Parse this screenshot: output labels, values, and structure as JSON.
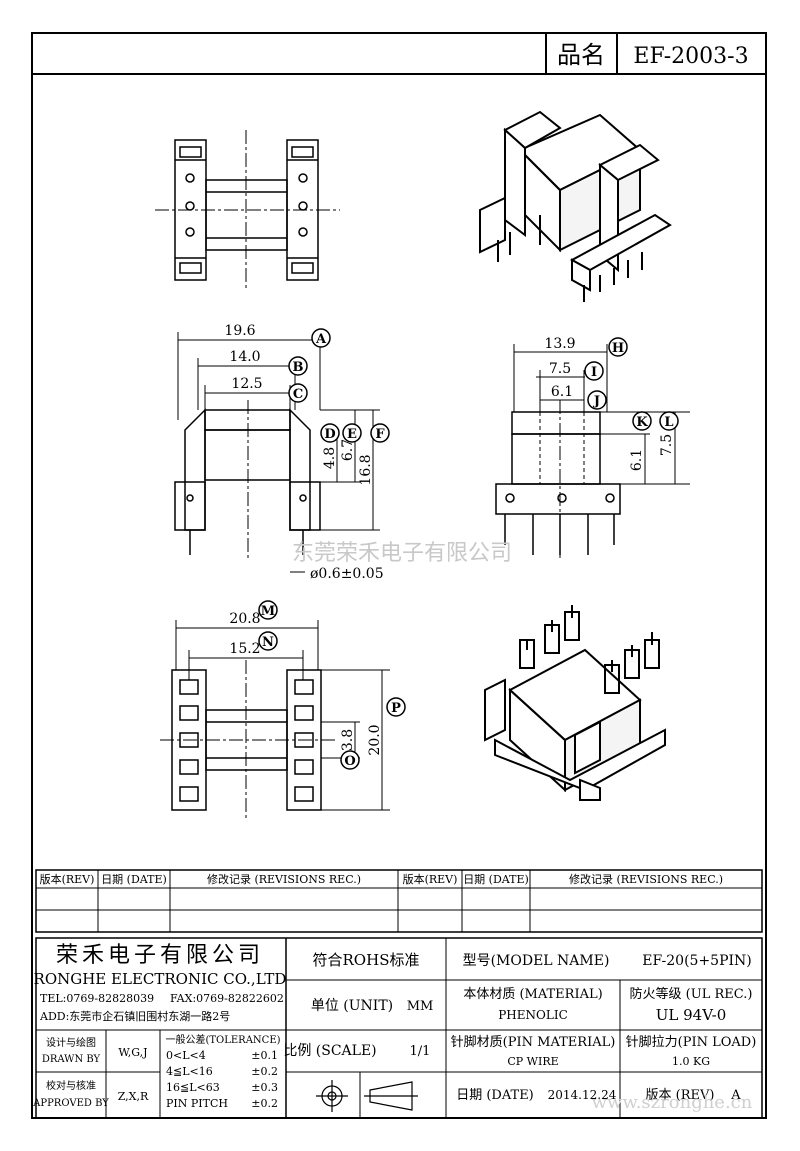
{
  "title_block": {
    "name_label": "品名",
    "part_number": "EF-2003-3"
  },
  "dimensions": {
    "A": "19.6",
    "B": "14.0",
    "C": "12.5",
    "D": "4.8",
    "E": "6.7",
    "F": "16.8",
    "pin_dia": "ø0.6±0.05",
    "H": "13.9",
    "I": "7.5",
    "J": "6.1",
    "K": "6.1",
    "L": "7.5",
    "M": "20.8",
    "N": "15.2",
    "O": "3.8",
    "P": "20.0"
  },
  "callouts": [
    "A",
    "B",
    "C",
    "D",
    "E",
    "F",
    "H",
    "I",
    "J",
    "K",
    "L",
    "M",
    "N",
    "O",
    "P"
  ],
  "watermark": "东莞荣禾电子有限公司",
  "watermark_url": "www.szronghe.cn",
  "revisions": {
    "rev_label": "版本(REV)",
    "date_label": "日期 (DATE)",
    "rec_label": "修改记录 (REVISIONS REC.)"
  },
  "company": {
    "name_cn": "荣禾电子有限公司",
    "name_en": "RONGHE ELECTRONIC CO.,LTD",
    "tel": "TEL:0769-82828039",
    "fax": "FAX:0769-82822602",
    "address": "ADD:东莞市企石镇旧围村东湖一路2号"
  },
  "info": {
    "rohs": "符合ROHS标准",
    "model_label": "型号(MODEL NAME)",
    "model_value": "EF-20(5+5PIN)",
    "unit_label": "单位 (UNIT)",
    "unit_value": "MM",
    "material_label": "本体材质 (MATERIAL)",
    "material_value": "PHENOLIC",
    "ul_label": "防火等级 (UL REC.)",
    "ul_value": "UL 94V-0",
    "design_label_cn": "设计与绘图",
    "design_label_en": "DRAWN BY",
    "design_value": "W,G,J",
    "check_label_cn": "校对与核准",
    "check_label_en": "APPROVED BY",
    "check_value": "Z,X,R",
    "tolerance_title": "一般公差(TOLERANCE)",
    "tolerance_rows": [
      {
        "range": "0<L<4",
        "value": "±0.1"
      },
      {
        "range": "4≦L<16",
        "value": "±0.2"
      },
      {
        "range": "16≦L<63",
        "value": "±0.3"
      },
      {
        "range": "PIN PITCH",
        "value": "±0.2"
      }
    ],
    "scale_label": "比例 (SCALE)",
    "scale_value": "1/1",
    "pin_material_label": "针脚材质(PIN MATERIAL)",
    "pin_material_value": "CP WIRE",
    "pin_load_label": "针脚拉力(PIN LOAD)",
    "pin_load_value": "1.0 KG",
    "date_label": "日期 (DATE)",
    "date_value": "2014.12.24",
    "rev_label": "版本 (REV)",
    "rev_value": "A"
  }
}
